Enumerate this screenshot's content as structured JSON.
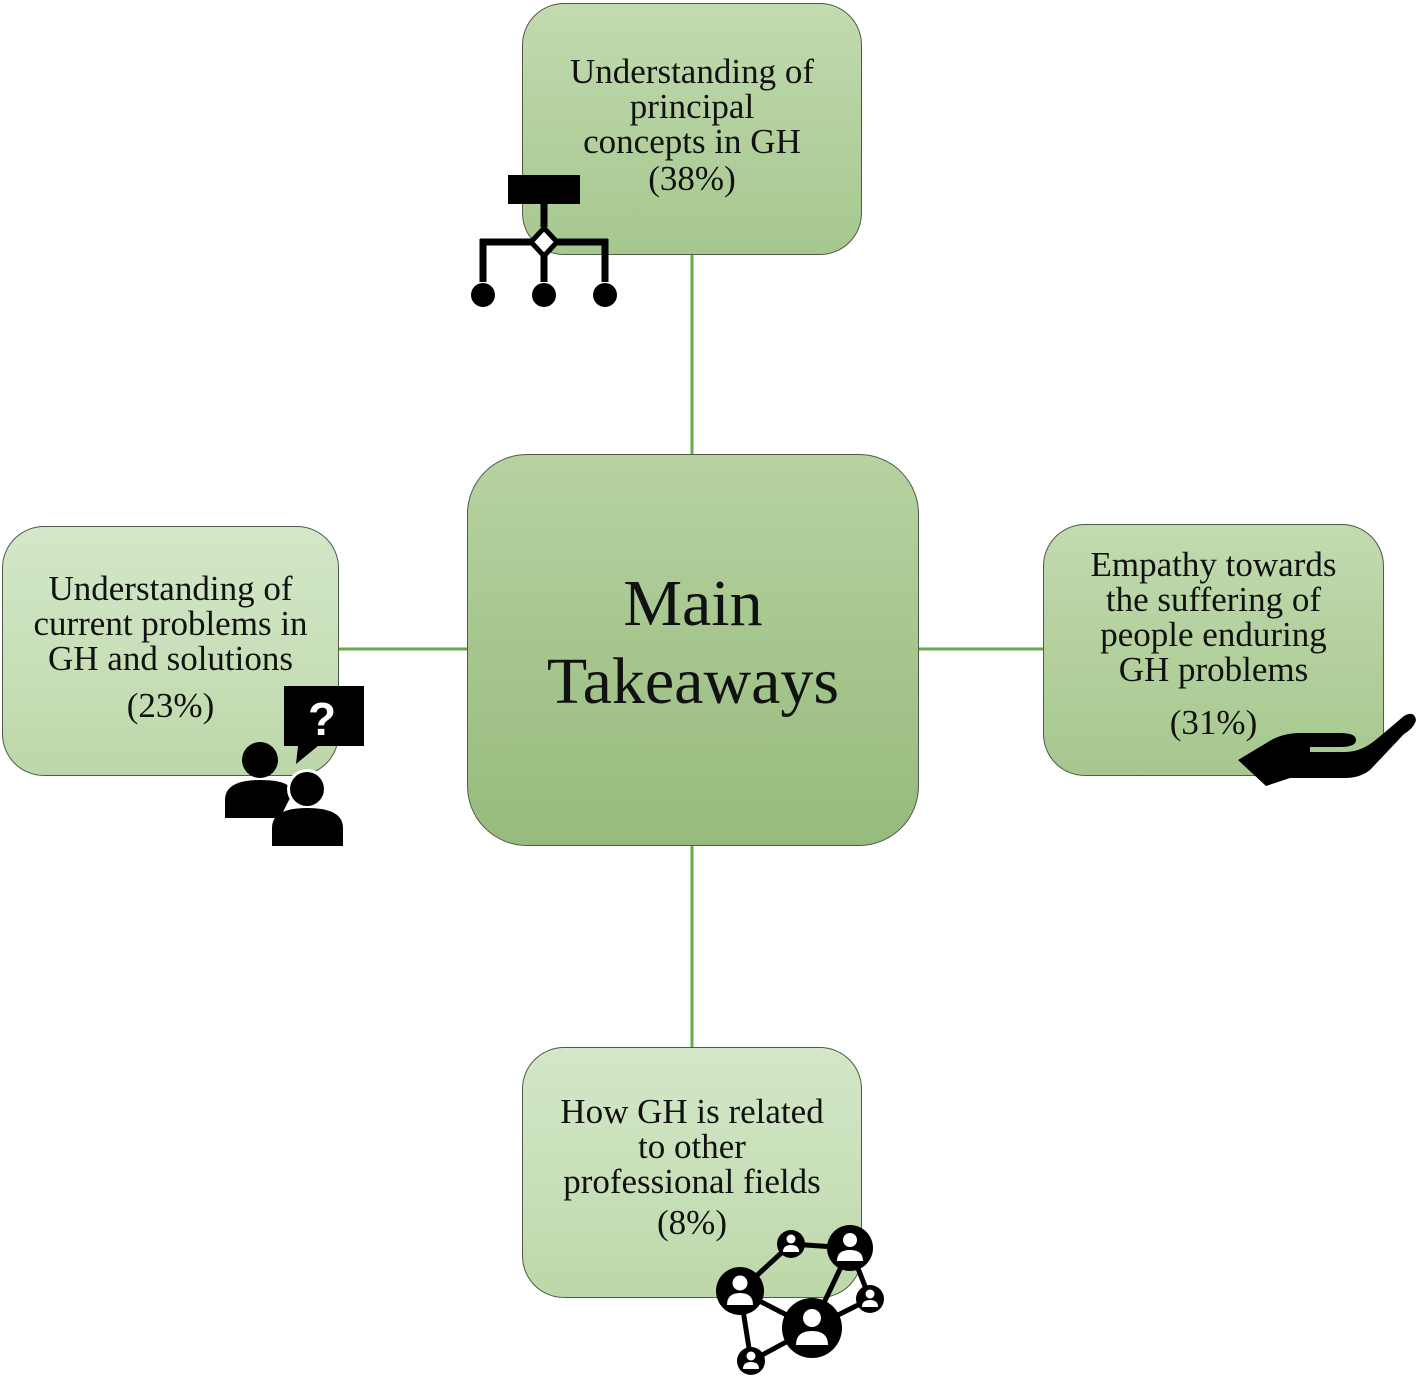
{
  "center": {
    "line1": "Main",
    "line2": "Takeaways"
  },
  "top": {
    "lines": [
      "Understanding of",
      "principal",
      "concepts in GH"
    ],
    "percent": "(38%)",
    "icon": "hierarchy-icon"
  },
  "left": {
    "lines": [
      "Understanding of",
      "current problems in",
      "GH and solutions"
    ],
    "percent": "(23%)",
    "icon": "discussion-question-icon"
  },
  "right": {
    "lines": [
      "Empathy towards",
      "the suffering of",
      "people enduring",
      "GH problems"
    ],
    "percent": "(31%)",
    "icon": "open-hand-icon"
  },
  "bottom": {
    "lines": [
      "How GH is related",
      "to other",
      "professional fields"
    ],
    "percent": "(8%)",
    "icon": "people-network-icon"
  },
  "colors": {
    "connector": "#6aaa4a",
    "box_border": "#4f5a48",
    "box_fill": "#b2cf9c",
    "icon": "#000000"
  }
}
